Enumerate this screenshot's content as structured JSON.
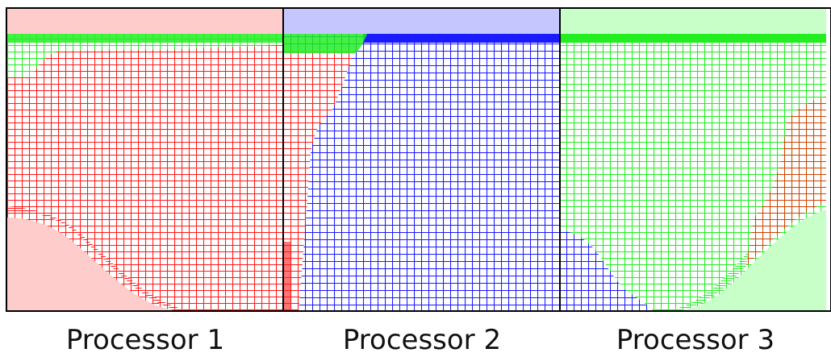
{
  "figure": {
    "panels": [
      {
        "id": "p1",
        "caption": "Processor 1",
        "background": "#ffcccc",
        "primary": "#ff1a1a"
      },
      {
        "id": "p2",
        "caption": "Processor 2",
        "background": "#c6c6ff",
        "primary": "#1a1aff"
      },
      {
        "id": "p3",
        "caption": "Processor 3",
        "background": "#c8ffc8",
        "primary": "#22ee22"
      }
    ],
    "colors": {
      "red": "#ff1a1a",
      "blue": "#1a1aff",
      "green": "#22ee22",
      "brown": "#cc4400",
      "outline": "#000000"
    }
  }
}
